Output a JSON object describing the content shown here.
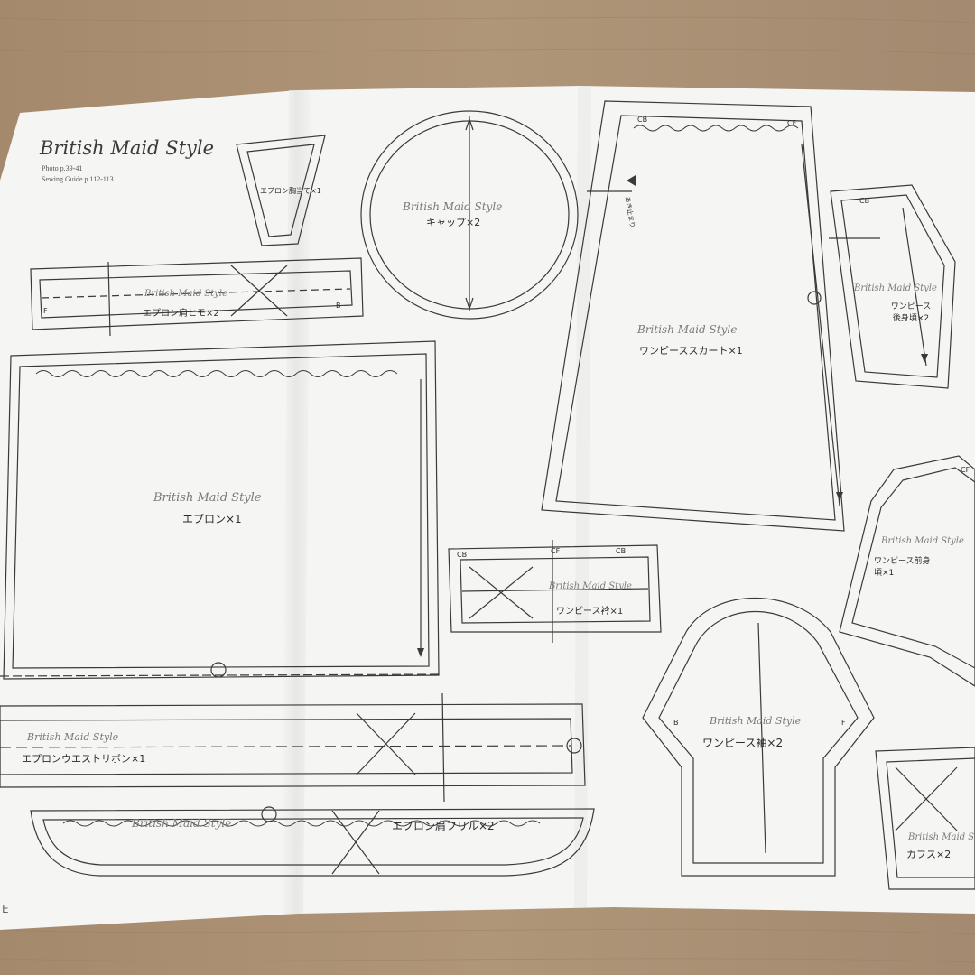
{
  "header": {
    "title": "British Maid Style",
    "photo_ref": "Photo p.39-41",
    "guide_ref": "Sewing Guide p.112-113"
  },
  "brand_mark": "British Maid Style",
  "pieces": {
    "apron_bib": "エプロン胸当て×1",
    "cap": "キャップ×2",
    "skirt": "ワンピーススカート×1",
    "back_bodice": "ワンピース後身頃×2",
    "apron_shoulder_tie": "エプロン肩ヒモ×2",
    "apron": "エプロン×1",
    "collar": "ワンピース衿×1",
    "front_bodice": "ワンピース前身頃×1",
    "sleeve": "ワンピース袖×2",
    "waist_ribbon": "エプロンウエストリボン×1",
    "shoulder_frill": "エプロン肩フリル×2",
    "cuffs": "カフス×2"
  },
  "marks": {
    "cb": "CB",
    "cf": "CF",
    "f": "F",
    "b": "B",
    "opening_stop": "あき止まり",
    "edge_letter": "E"
  },
  "colors": {
    "table": "#a88f74",
    "paper": "#f5f5f4",
    "line": "#3a3a3a"
  }
}
